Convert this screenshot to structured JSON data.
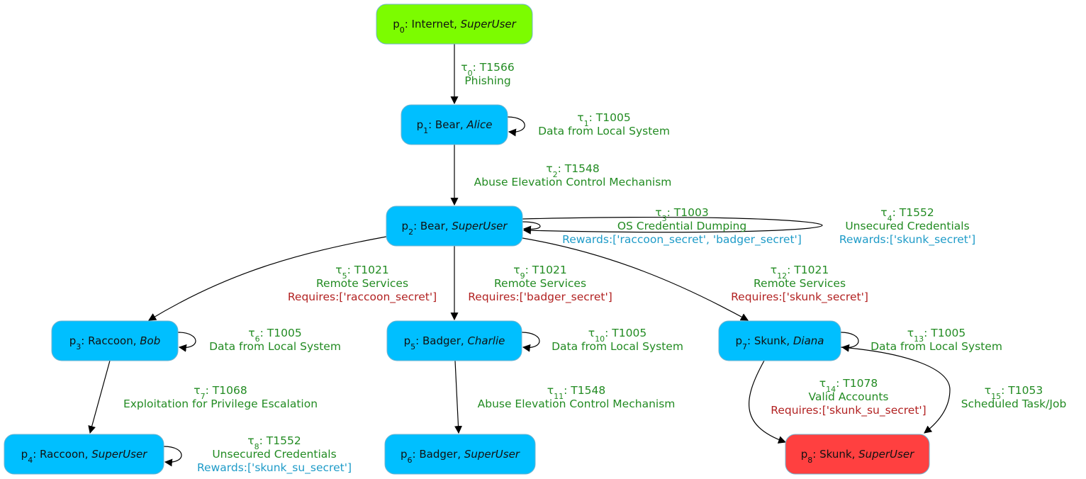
{
  "colors": {
    "start": "#7CFC00",
    "node": "#00BFFF",
    "goal": "#FF4040",
    "technique": "#228B22",
    "requires": "#B22222",
    "rewards": "#1E9BC8"
  },
  "nodes": [
    {
      "id": "p0",
      "sub": "0",
      "host": "Internet",
      "user": "SuperUser",
      "kind": "start"
    },
    {
      "id": "p1",
      "sub": "1",
      "host": "Bear",
      "user": "Alice",
      "kind": "node"
    },
    {
      "id": "p2",
      "sub": "2",
      "host": "Bear",
      "user": "SuperUser",
      "kind": "node"
    },
    {
      "id": "p3",
      "sub": "3",
      "host": "Raccoon",
      "user": "Bob",
      "kind": "node"
    },
    {
      "id": "p4",
      "sub": "4",
      "host": "Raccoon",
      "user": "SuperUser",
      "kind": "node"
    },
    {
      "id": "p5",
      "sub": "5",
      "host": "Badger",
      "user": "Charlie",
      "kind": "node"
    },
    {
      "id": "p6",
      "sub": "6",
      "host": "Badger",
      "user": "SuperUser",
      "kind": "node"
    },
    {
      "id": "p7",
      "sub": "7",
      "host": "Skunk",
      "user": "Diana",
      "kind": "node"
    },
    {
      "id": "p8",
      "sub": "8",
      "host": "Skunk",
      "user": "SuperUser",
      "kind": "goal"
    }
  ],
  "edges": [
    {
      "id": "t0",
      "sub": "0",
      "code": "T1566",
      "name": "Phishing",
      "extra": ""
    },
    {
      "id": "t1",
      "sub": "1",
      "code": "T1005",
      "name": "Data from Local System",
      "extra": ""
    },
    {
      "id": "t2",
      "sub": "2",
      "code": "T1548",
      "name": "Abuse Elevation Control Mechanism",
      "extra": ""
    },
    {
      "id": "t3",
      "sub": "3",
      "code": "T1003",
      "name": "OS Credential Dumping",
      "extra": "Rewards:['raccoon_secret', 'badger_secret']"
    },
    {
      "id": "t4",
      "sub": "4",
      "code": "T1552",
      "name": "Unsecured Credentials",
      "extra": "Rewards:['skunk_secret']"
    },
    {
      "id": "t5",
      "sub": "5",
      "code": "T1021",
      "name": "Remote Services",
      "extra": "Requires:['raccoon_secret']"
    },
    {
      "id": "t6",
      "sub": "6",
      "code": "T1005",
      "name": "Data from Local System",
      "extra": ""
    },
    {
      "id": "t7",
      "sub": "7",
      "code": "T1068",
      "name": "Exploitation for Privilege Escalation",
      "extra": ""
    },
    {
      "id": "t8",
      "sub": "8",
      "code": "T1552",
      "name": "Unsecured Credentials",
      "extra": "Rewards:['skunk_su_secret']"
    },
    {
      "id": "t9",
      "sub": "9",
      "code": "T1021",
      "name": "Remote Services",
      "extra": "Requires:['badger_secret']"
    },
    {
      "id": "t10",
      "sub": "10",
      "code": "T1005",
      "name": "Data from Local System",
      "extra": ""
    },
    {
      "id": "t11",
      "sub": "11",
      "code": "T1548",
      "name": "Abuse Elevation Control Mechanism",
      "extra": ""
    },
    {
      "id": "t12",
      "sub": "12",
      "code": "T1021",
      "name": "Remote Services",
      "extra": "Requires:['skunk_secret']"
    },
    {
      "id": "t13",
      "sub": "13",
      "code": "T1005",
      "name": "Data from Local System",
      "extra": ""
    },
    {
      "id": "t14",
      "sub": "14",
      "code": "T1078",
      "name": "Valid Accounts",
      "extra": "Requires:['skunk_su_secret']"
    },
    {
      "id": "t15",
      "sub": "15",
      "code": "T1053",
      "name": "Scheduled Task/Job",
      "extra": ""
    }
  ]
}
